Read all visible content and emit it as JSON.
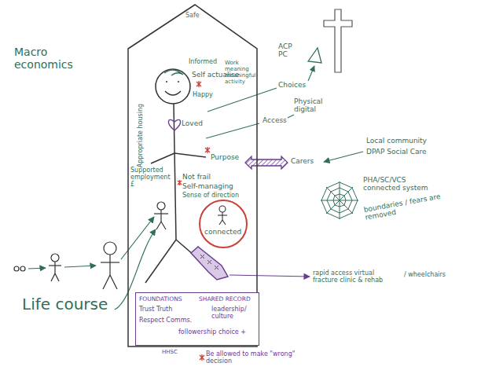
{
  "diagram": {
    "nodes": [
      {
        "text": [
          "Safe"
        ]
      },
      {
        "text": [
          "FOUNDATIONS",
          "SHARED RECORD",
          "Trust Truth",
          "leadership/ culture",
          "Respect Comms.",
          "followership choice +"
        ],
        "in": 0
      },
      {
        "text": [
          "connected"
        ],
        "in": 0
      }
    ],
    "labels": [
      "Macro economics",
      "Informed",
      "Self actualise",
      "Work meaning meaningful activity",
      "Happy",
      "Appropriate housing",
      "Loved",
      "Supported employment £",
      "Purpose",
      "Not frail",
      "Self-managing",
      "Sense of direction",
      "Access",
      "Physical digital",
      "Choices",
      "ACP PC",
      "Carers",
      "Local community",
      "DPAP Social Care",
      "PHA/SC/VCS connected system",
      "boundaries / fears are removed",
      "rapid access virtual fracture clinic & rehab",
      "/ wheelchairs",
      "Life course",
      "HHSC",
      "Be allowed to make \"wrong\" decision"
    ]
  }
}
